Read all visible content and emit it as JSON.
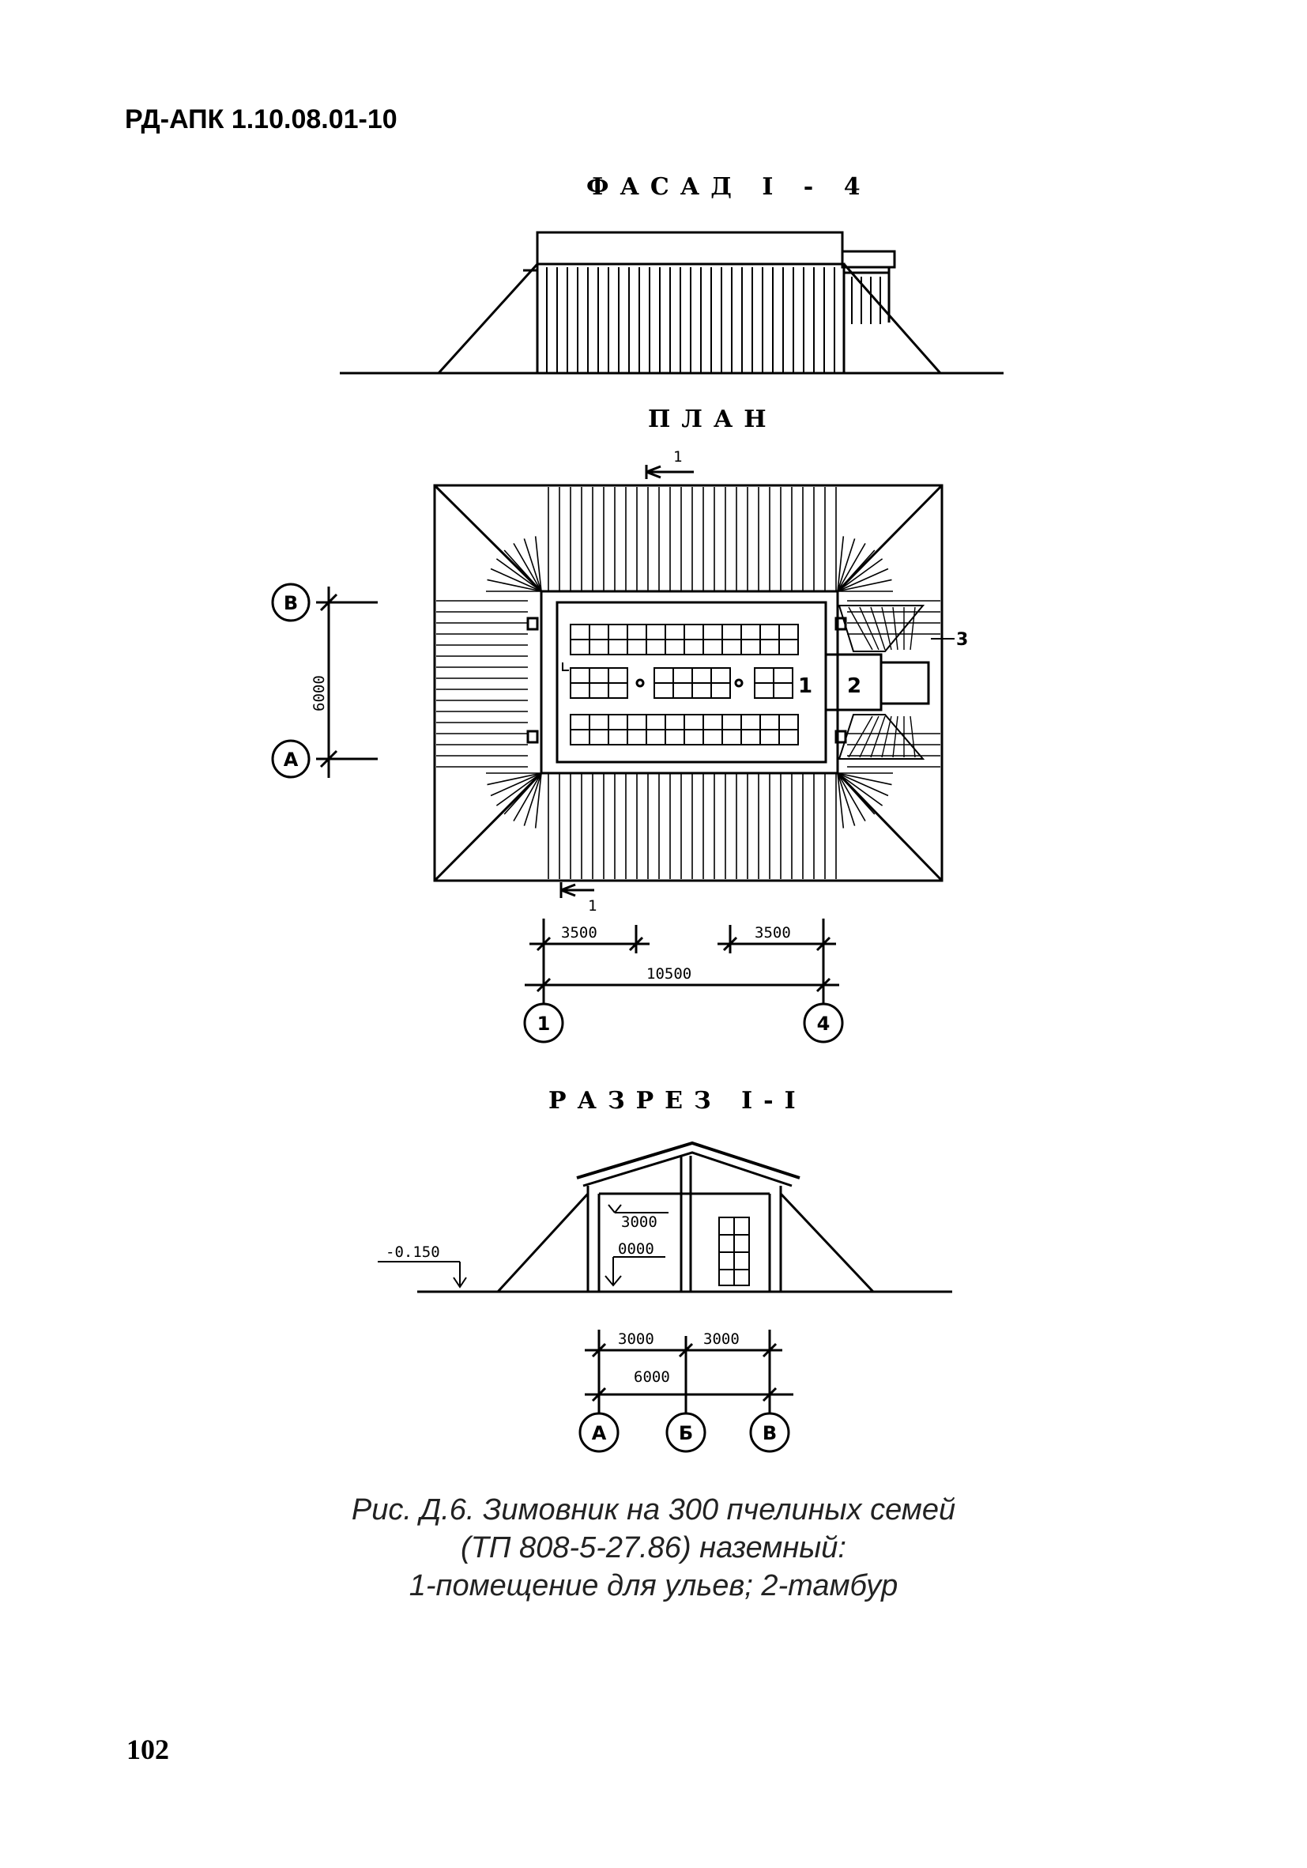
{
  "header": {
    "document_code": "РД-АПК 1.10.08.01-10"
  },
  "facade": {
    "title": "ФАСАД I - 4"
  },
  "plan": {
    "title": "ПЛАН",
    "section_marks": {
      "top": "1",
      "bottom": "1"
    },
    "room_labels": {
      "hive_room": "1",
      "vestibule": "2",
      "callout": "3"
    },
    "axes": {
      "left_top": "В",
      "left_bottom": "А",
      "bottom_left": "1",
      "bottom_right": "4"
    },
    "dimensions": {
      "span_left": "3500",
      "span_right": "3500",
      "total_length": "10500",
      "width": "6000"
    }
  },
  "section": {
    "title": "РАЗРЕЗ I-I",
    "levels": {
      "ground": "-0.150",
      "top": "3000",
      "floor": "0000"
    },
    "dimensions": {
      "left": "3000",
      "right": "3000",
      "total": "6000"
    },
    "axes": {
      "a": "А",
      "b": "Б",
      "c": "В"
    }
  },
  "caption": {
    "line1": "Рис. Д.6. Зимовник на 300 пчелиных семей",
    "line2": "(ТП 808-5-27.86) наземный:",
    "line3": "1-помещение для ульев; 2-тамбур"
  },
  "page_number": "102"
}
